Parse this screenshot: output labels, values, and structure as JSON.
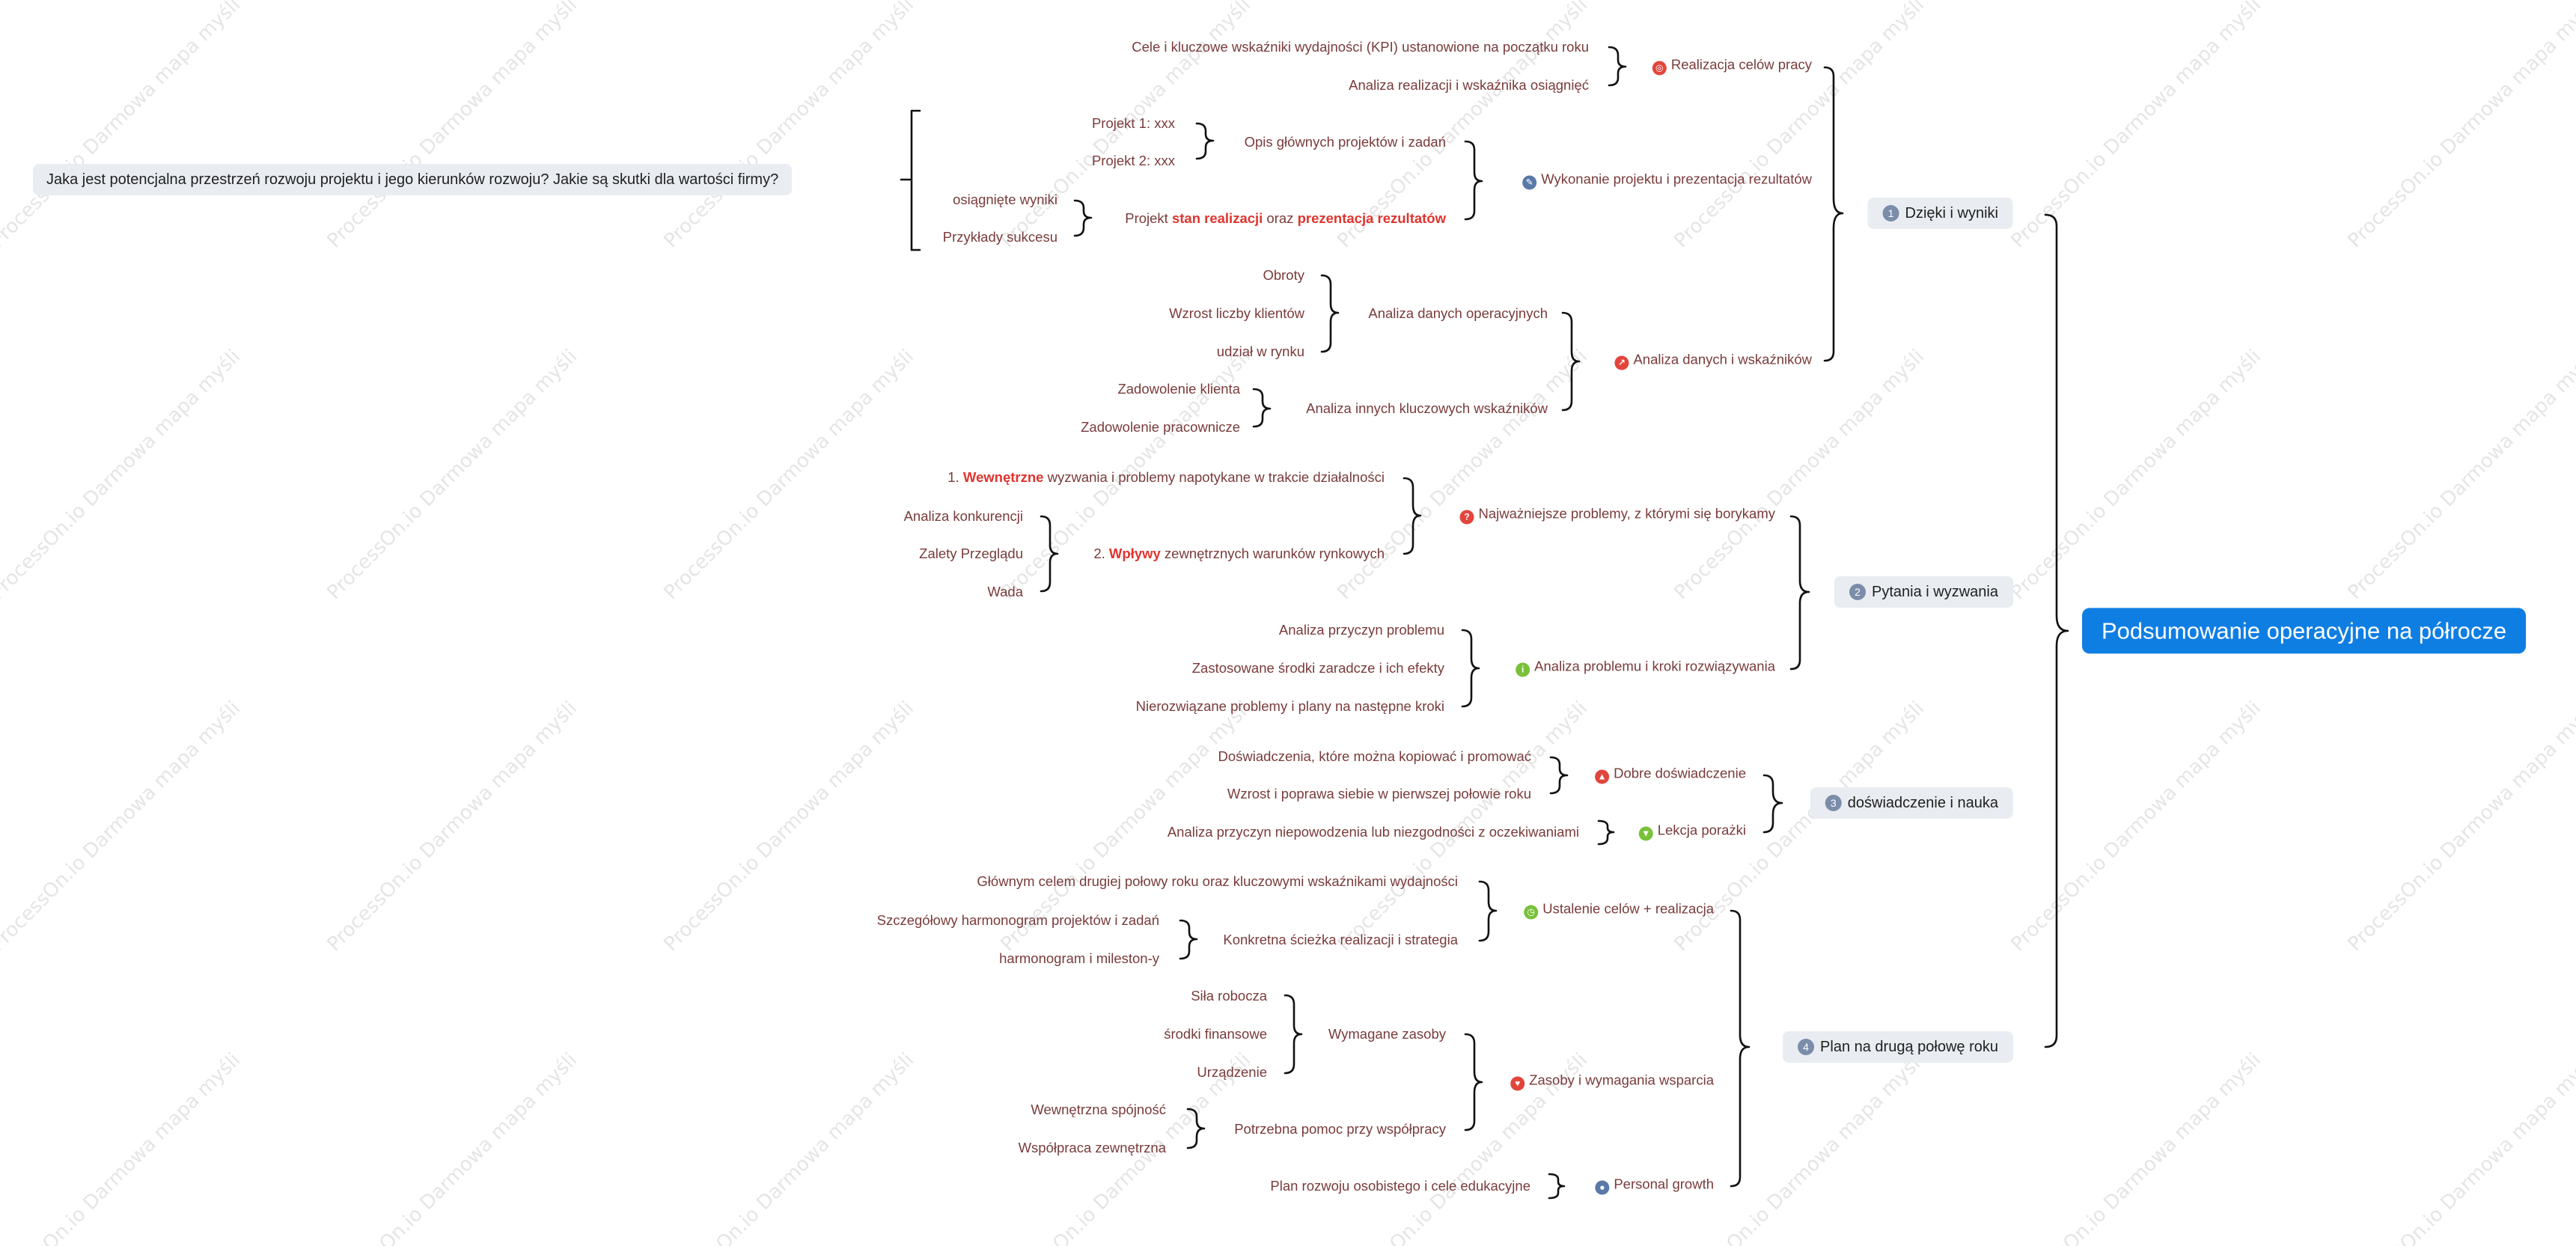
{
  "watermark": "ProcessOn.io Darmowa mapa myśli",
  "colors": {
    "root_bg": "#0f7ee3",
    "main_bg": "#e9edf2",
    "text": "#7a3b3b",
    "emphasis": "#e0342e",
    "lines": "#111111"
  },
  "root": {
    "label": "Podsumowanie operacyjne na półrocze"
  },
  "question": {
    "label": "Jaka jest potencjalna przestrzeń rozwoju projektu i jego kierunków rozwoju? Jakie są skutki dla wartości firmy?"
  },
  "branches": {
    "b1": {
      "num": "1",
      "label": "Dzięki i wyniki",
      "c1": {
        "icon": "target-icon",
        "label": "Realizacja celów pracy",
        "l1": "Cele i kluczowe wskaźniki wydajności (KPI) ustanowione na początku roku",
        "l2": "Analiza realizacji i wskaźnika osiągnięć"
      },
      "c2": {
        "icon": "pencil-icon",
        "label": "Wykonanie projektu i prezentacja rezultatów",
        "d1": {
          "label": "Opis głównych projektów i zadań",
          "l1": "Projekt 1: xxx",
          "l2": "Projekt 2: xxx"
        },
        "d2": {
          "p1": "Projekt ",
          "e1": "stan realizacji",
          "p2": " oraz ",
          "e2": "prezentacja rezultatów",
          "l1": "osiągnięte wyniki",
          "l2": "Przykłady sukcesu"
        }
      },
      "c3": {
        "icon": "chart-icon",
        "label": "Analiza danych i wskaźników",
        "d1": {
          "label": "Analiza danych operacyjnych",
          "l1": "Obroty",
          "l2": "Wzrost liczby klientów",
          "l3": "udział w rynku"
        },
        "d2": {
          "label": "Analiza innych kluczowych wskaźników",
          "l1": "Zadowolenie klienta",
          "l2": "Zadowolenie pracownicze"
        }
      }
    },
    "b2": {
      "num": "2",
      "label": "Pytania i wyzwania",
      "c1": {
        "icon": "question-icon",
        "label": "Najważniejsze problemy, z którymi się borykamy",
        "d1": {
          "p1": "1. ",
          "e1": "Wewnętrzne",
          "p2": " wyzwania i problemy napotykane w trakcie działalności"
        },
        "d2": {
          "p1": "2. ",
          "e1": "Wpływy",
          "p2": " zewnętrznych warunków rynkowych",
          "l1": "Analiza konkurencji",
          "l2": "Zalety Przeglądu",
          "l3": "Wada"
        }
      },
      "c2": {
        "icon": "info-icon",
        "label": "Analiza problemu i kroki rozwiązywania",
        "l1": "Analiza przyczyn problemu",
        "l2": "Zastosowane środki zaradcze i ich efekty",
        "l3": "Nierozwiązane problemy i plany na następne kroki"
      }
    },
    "b3": {
      "num": "3",
      "label": "doświadczenie i nauka",
      "c1": {
        "icon": "thumbs-up-icon",
        "label": "Dobre doświadczenie",
        "l1": "Doświadczenia, które można kopiować i promować",
        "l2": "Wzrost i poprawa siebie w pierwszej połowie roku"
      },
      "c2": {
        "icon": "thumbs-down-icon",
        "label": "Lekcja porażki",
        "l1": "Analiza przyczyn niepowodzenia lub niezgodności z oczekiwaniami"
      }
    },
    "b4": {
      "num": "4",
      "label": "Plan na drugą połowę roku",
      "c1": {
        "icon": "clock-icon",
        "label": "Ustalenie celów + realizacja",
        "l1": "Głównym celem drugiej połowy roku oraz kluczowymi wskaźnikami wydajności",
        "d1": {
          "label": "Konkretna ścieżka realizacji i strategia",
          "l1": "Szczegółowy harmonogram projektów i zadań",
          "l2": "harmonogram i mileston-y"
        }
      },
      "c2": {
        "icon": "heart-icon",
        "label": "Zasoby i wymagania wsparcia",
        "d1": {
          "label": "Wymagane zasoby",
          "l1": "Siła robocza",
          "l2": "środki finansowe",
          "l3": "Urządzenie"
        },
        "d2": {
          "label": "Potrzebna pomoc przy współpracy",
          "l1": "Wewnętrzna spójność",
          "l2": "Współpraca zewnętrzna"
        }
      },
      "c3": {
        "icon": "person-icon",
        "label": "Personal growth",
        "l1": "Plan rozwoju osobistego i cele edukacyjne"
      }
    }
  }
}
